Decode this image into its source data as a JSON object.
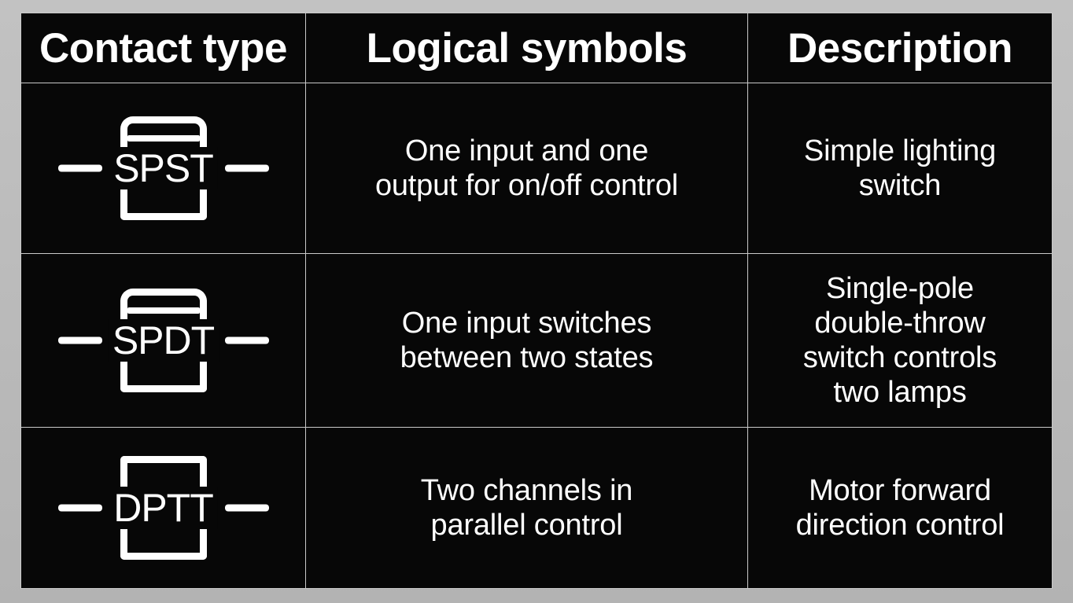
{
  "page": {
    "background_color": "#b9b9b9",
    "table_background": "#070707",
    "border_color": "#c9c9c9",
    "text_color": "#ffffff"
  },
  "table": {
    "headers": [
      "Contact type",
      "Logical symbols",
      "Description"
    ],
    "rows": [
      {
        "contact_type": "SPST",
        "symbol_style": "rounded-drawer",
        "logical_symbol_lines": [
          "One input and one",
          "output for on/off control"
        ],
        "description_lines": [
          "Simple lighting",
          "switch"
        ]
      },
      {
        "contact_type": "SPDT",
        "symbol_style": "rounded-drawer",
        "logical_symbol_lines": [
          "One input switches",
          "between two states"
        ],
        "description_lines": [
          "Single-pole",
          "double-throw",
          "switch controls",
          "two lamps"
        ]
      },
      {
        "contact_type": "DPTT",
        "symbol_style": "square-bracket",
        "logical_symbol_lines": [
          "Two channels in",
          "parallel control"
        ],
        "description_lines": [
          "Motor forward",
          "direction control"
        ]
      }
    ]
  }
}
